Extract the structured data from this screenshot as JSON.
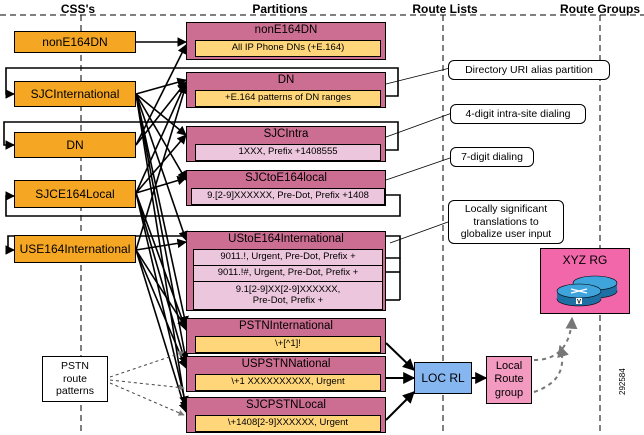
{
  "headers": {
    "css": "CSS's",
    "partitions": "Partitions",
    "route_lists": "Route Lists",
    "route_groups": "Route Groups"
  },
  "css_boxes": [
    {
      "label": "nonE164DN"
    },
    {
      "label": "SJCInternational"
    },
    {
      "label": "DN"
    },
    {
      "label": "SJCE164Local"
    },
    {
      "label": "USE164International"
    }
  ],
  "partitions": {
    "nonE164DN": {
      "title": "nonE164DN",
      "patterns": [
        "All IP Phone DNs (+E.164)"
      ]
    },
    "DN": {
      "title": "DN",
      "patterns": [
        "+E.164 patterns of DN ranges"
      ]
    },
    "SJCIntra": {
      "title": "SJCIntra",
      "patterns": [
        "1XXX, Prefix +1408555"
      ]
    },
    "SJCtoE164local": {
      "title": "SJCtoE164local",
      "patterns": [
        "9.[2-9]XXXXXX, Pre-Dot, Prefix +1408"
      ]
    },
    "UStoE164International": {
      "title": "UStoE164International",
      "patterns": [
        "9011.!, Urgent, Pre-Dot, Prefix +",
        "9011.!#, Urgent, Pre-Dot, Prefix +",
        "9.1[2-9]XX[2-9]XXXXXX,",
        "Pre-Dot, Prefix +"
      ]
    },
    "PSTNInternational": {
      "title": "PSTNInternational",
      "patterns": [
        "\\+[^1]!"
      ]
    },
    "USPSTNNational": {
      "title": "USPSTNNational",
      "patterns": [
        "\\+1 XXXXXXXXXX, Urgent"
      ]
    },
    "SJCPSTNLocal": {
      "title": "SJCPSTNLocal",
      "patterns": [
        "\\+1408[2-9]XXXXXX, Urgent"
      ]
    }
  },
  "callouts": {
    "directory_uri": "Directory URI alias partition",
    "four_digit": "4-digit intra-site dialing",
    "seven_digit": "7-digit dialing",
    "local_translations": [
      "Locally significant",
      "translations to",
      "globalize user input"
    ]
  },
  "route_list": {
    "label": "LOC RL"
  },
  "local_route_group": {
    "lines": [
      "Local",
      "Route",
      "group"
    ]
  },
  "route_group": {
    "title": "XYZ RG"
  },
  "pstn_patterns": {
    "lines": [
      "PSTN",
      "route",
      "patterns"
    ]
  },
  "figure_id": "292584",
  "colors": {
    "css_box": "#f5a623",
    "partition": "#cc6e91",
    "pattern_yellow": "#ffd77a",
    "pattern_pink": "#ecc6dc",
    "route_list": "#86b6f0",
    "local_route_group": "#f29ac0",
    "route_group": "#f266aa",
    "router": "#2f8fc6"
  }
}
